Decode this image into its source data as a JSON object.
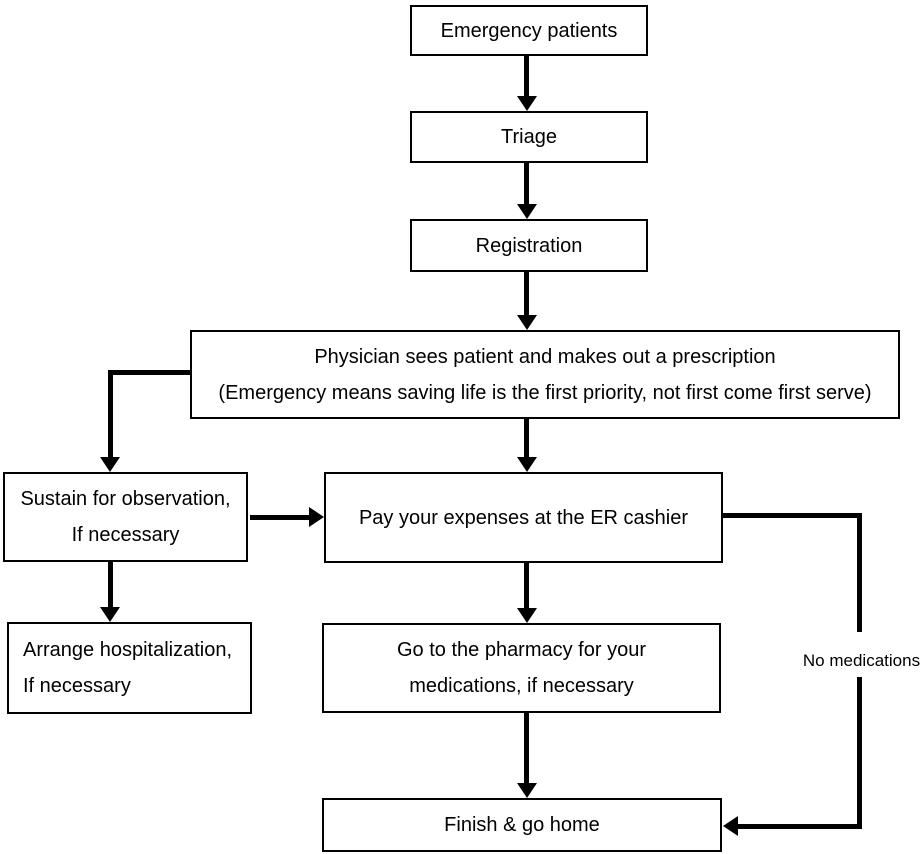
{
  "flowchart": {
    "title_hint": "Emergency room patient process flowchart",
    "colors": {
      "background": "#ffffff",
      "stroke": "#000000",
      "text": "#000000"
    },
    "nodes": {
      "emergency": {
        "label": "Emergency patients"
      },
      "triage": {
        "label": "Triage"
      },
      "registration": {
        "label": "Registration"
      },
      "physician": {
        "line1": "Physician sees patient and makes out a prescription",
        "line2": "(Emergency means saving life is the first priority, not first come first serve)"
      },
      "sustain": {
        "line1": "Sustain for observation,",
        "line2": "If necessary"
      },
      "pay": {
        "label": "Pay your expenses at the ER cashier"
      },
      "arrange": {
        "line1": "Arrange hospitalization,",
        "line2": "If necessary"
      },
      "pharmacy": {
        "line1": "Go to the pharmacy for your",
        "line2": "medications, if necessary"
      },
      "finish": {
        "label": "Finish & go home"
      }
    },
    "edge_labels": {
      "no_medications": "No medications"
    }
  }
}
